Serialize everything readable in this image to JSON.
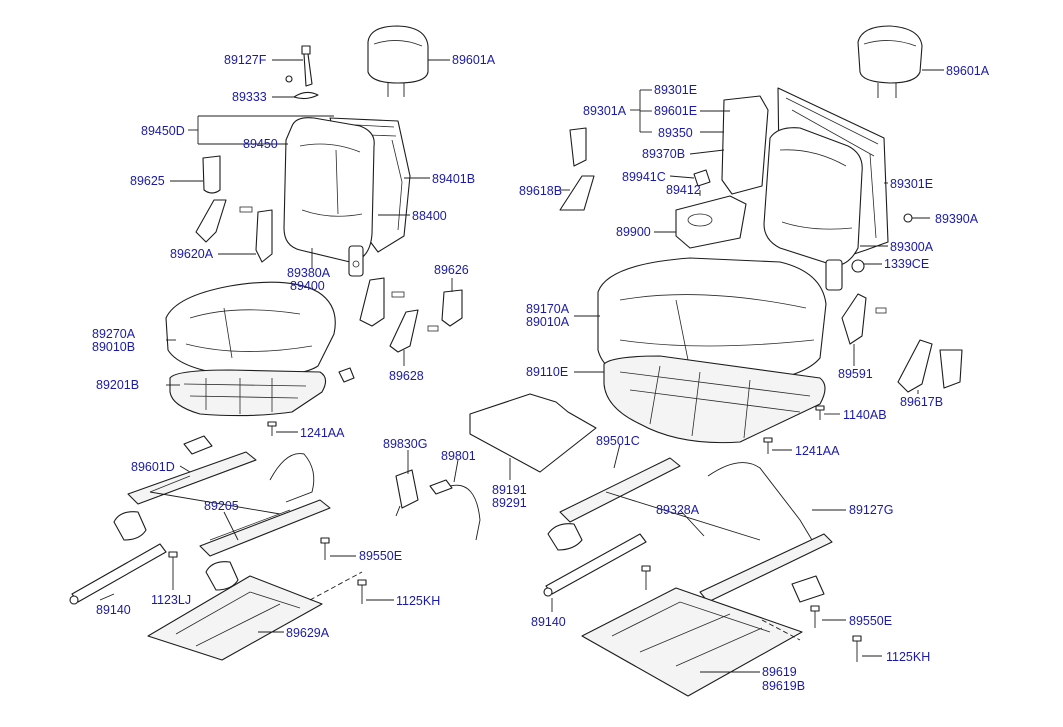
{
  "labels": {
    "l1": "89127F",
    "l2": "89333",
    "l3": "89450D",
    "l4": "89450",
    "l5": "89601A",
    "l6": "89625",
    "l7": "89401B",
    "l8": "88400",
    "l9": "89620A",
    "l10": "89380A",
    "l11": "89400",
    "l12": "89626",
    "l13": "89270A",
    "l14": "89010B",
    "l15": "89628",
    "l16": "89201B",
    "l17": "1241AA",
    "l18": "89601D",
    "l19": "89205",
    "l20": "89550E",
    "l21": "1123LJ",
    "l22": "89140",
    "l23": "1125KH",
    "l24": "89629A",
    "l25": "89830G",
    "l26": "89801",
    "l27": "89191",
    "l28": "89291",
    "r1": "89601A",
    "r2": "89301E",
    "r3": "89301A",
    "r4": "89601E",
    "r5": "89350",
    "r6": "89370B",
    "r7": "89618B",
    "r8": "89941C",
    "r9": "89412",
    "r10": "89301E",
    "r11": "89390A",
    "r12": "89900",
    "r13": "89300A",
    "r14": "1339CE",
    "r15": "89170A",
    "r16": "89010A",
    "r17": "89110E",
    "r18": "89591",
    "r19": "89617B",
    "r20": "1140AB",
    "r21": "89501C",
    "r22": "1241AA",
    "r23": "89328A",
    "r24": "89127G",
    "r25": "89140",
    "r26": "89550E",
    "r27": "1125KH",
    "r28": "89619",
    "r29": "89619B"
  }
}
